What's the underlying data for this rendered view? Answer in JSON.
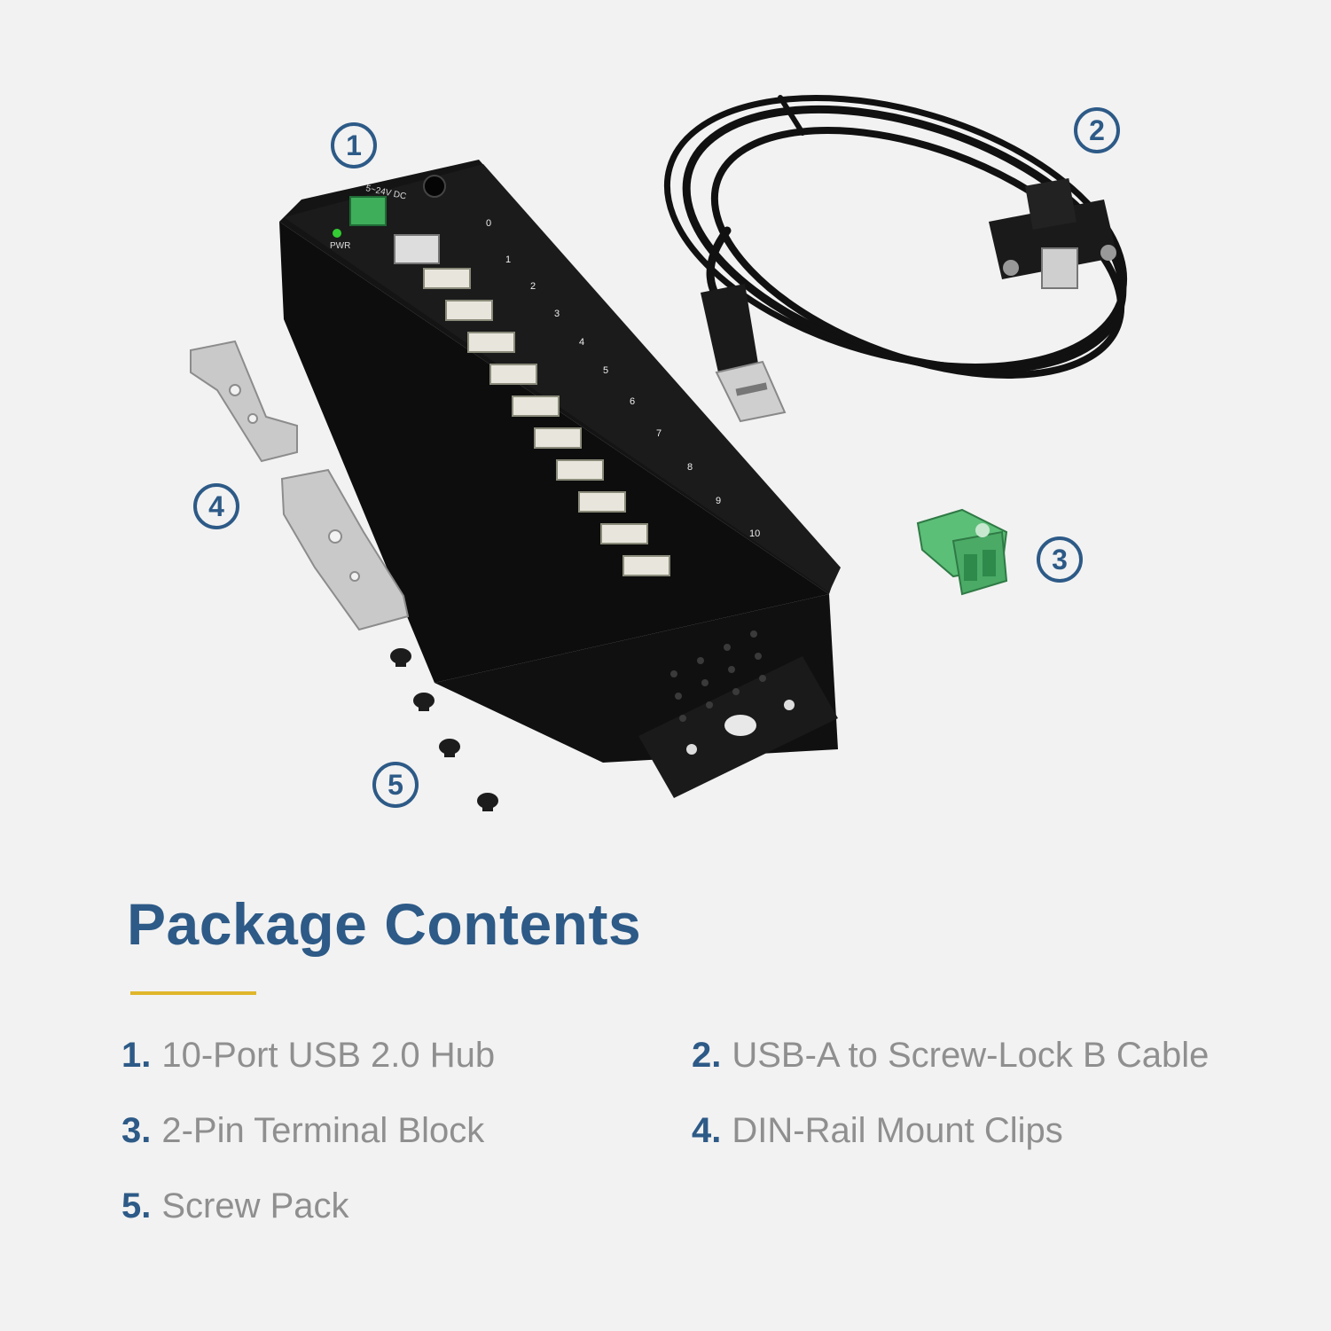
{
  "callouts": [
    "1",
    "2",
    "3",
    "4",
    "5"
  ],
  "hub_labels": {
    "voltage": "5~24V DC",
    "pwr": "PWR",
    "ports": [
      "0",
      "1",
      "2",
      "3",
      "4",
      "5",
      "6",
      "7",
      "8",
      "9",
      "10"
    ]
  },
  "title": "Package Contents",
  "accent_color": "#e0b62a",
  "brand_color": "#2d5a87",
  "items": [
    {
      "num": "1.",
      "label": "10-Port USB 2.0 Hub"
    },
    {
      "num": "2.",
      "label": "USB-A to Screw-Lock B Cable"
    },
    {
      "num": "3.",
      "label": "2-Pin Terminal Block"
    },
    {
      "num": "4.",
      "label": "DIN-Rail Mount Clips"
    },
    {
      "num": "5.",
      "label": "Screw Pack"
    }
  ]
}
